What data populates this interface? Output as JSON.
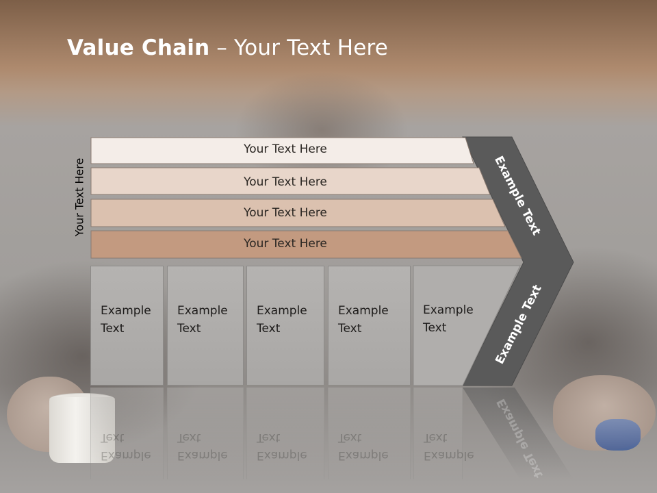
{
  "slide": {
    "title_bold": "Value Chain",
    "title_rest": " – Your Text Here",
    "side_label": "Your Text Here",
    "bars": [
      {
        "label": "Your Text Here",
        "color": "#f4ede8"
      },
      {
        "label": "Your Text Here",
        "color": "#e8d6ca"
      },
      {
        "label": "Your Text Here",
        "color": "#dbc1af"
      },
      {
        "label": "Your Text Here",
        "color": "#c39a80"
      }
    ],
    "columns": [
      {
        "text": "Example\nText"
      },
      {
        "text": "Example\nText"
      },
      {
        "text": "Example\nText"
      },
      {
        "text": "Example\nText"
      },
      {
        "text": "Example\nText"
      }
    ],
    "chevron_upper_label": "Example Text",
    "chevron_lower_label": "Example Text",
    "colors": {
      "chevron": "#5a5a5a",
      "title_text": "#ffffff",
      "header_band": "#ae8a6e"
    }
  }
}
